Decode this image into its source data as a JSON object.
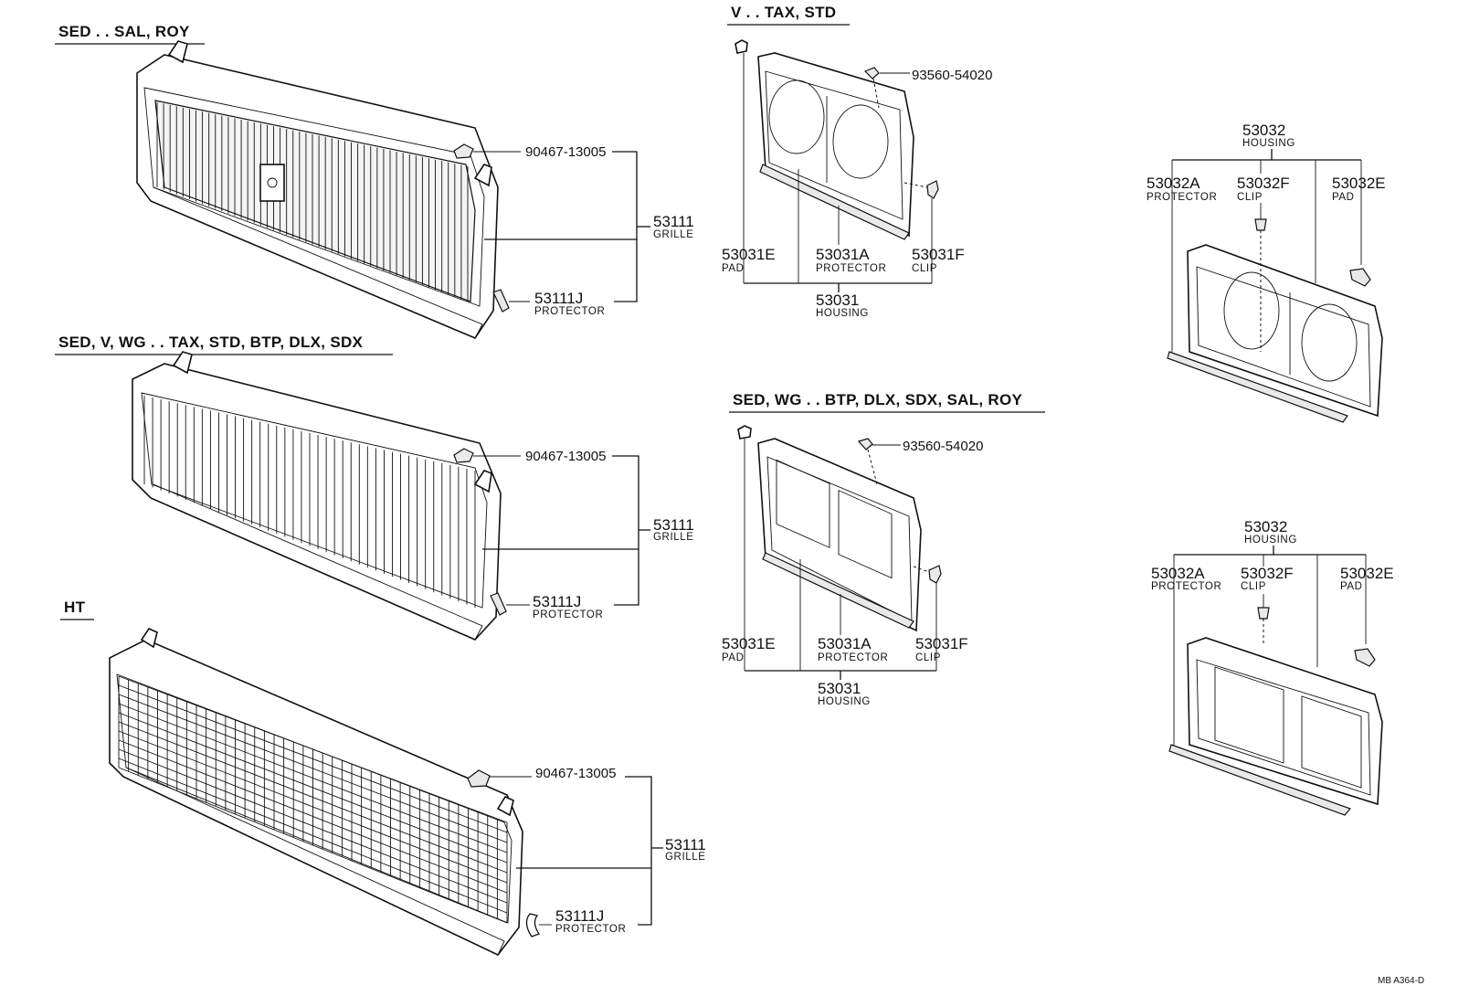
{
  "sections": {
    "grille_sal_roy": {
      "header": "SED . . SAL, ROY",
      "clip_part": "90467-13005",
      "grille_part": "53111",
      "grille_desc": "GRILLE",
      "protector_part": "53111J",
      "protector_desc": "PROTECTOR"
    },
    "grille_std": {
      "header": "SED, V, WG . . TAX, STD, BTP, DLX, SDX",
      "clip_part": "90467-13005",
      "grille_part": "53111",
      "grille_desc": "GRILLE",
      "protector_part": "53111J",
      "protector_desc": "PROTECTOR"
    },
    "grille_ht": {
      "header": "HT",
      "clip_part": "90467-13005",
      "grille_part": "53111",
      "grille_desc": "GRILLE",
      "protector_part": "53111J",
      "protector_desc": "PROTECTOR"
    },
    "housing_tax_std": {
      "header": "V . . TAX, STD",
      "screw_part": "93560-54020",
      "pad_part": "53031E",
      "pad_desc": "PAD",
      "protector_part": "53031A",
      "protector_desc": "PROTECTOR",
      "clip_part": "53031F",
      "clip_desc": "CLIP",
      "housing_part": "53031",
      "housing_desc": "HOUSING"
    },
    "housing_btp": {
      "header": "SED, WG . . BTP, DLX, SDX, SAL, ROY",
      "screw_part": "93560-54020",
      "pad_part": "53031E",
      "pad_desc": "PAD",
      "protector_part": "53031A",
      "protector_desc": "PROTECTOR",
      "clip_part": "53031F",
      "clip_desc": "CLIP",
      "housing_part": "53031",
      "housing_desc": "HOUSING"
    },
    "housing_right_upper": {
      "housing_part": "53032",
      "housing_desc": "HOUSING",
      "protector_part": "53032A",
      "protector_desc": "PROTECTOR",
      "clip_part": "53032F",
      "clip_desc": "CLIP",
      "pad_part": "53032E",
      "pad_desc": "PAD"
    },
    "housing_right_lower": {
      "housing_part": "53032",
      "housing_desc": "HOUSING",
      "protector_part": "53032A",
      "protector_desc": "PROTECTOR",
      "clip_part": "53032F",
      "clip_desc": "CLIP",
      "pad_part": "53032E",
      "pad_desc": "PAD"
    }
  },
  "figure_code": "MB  A364-D"
}
